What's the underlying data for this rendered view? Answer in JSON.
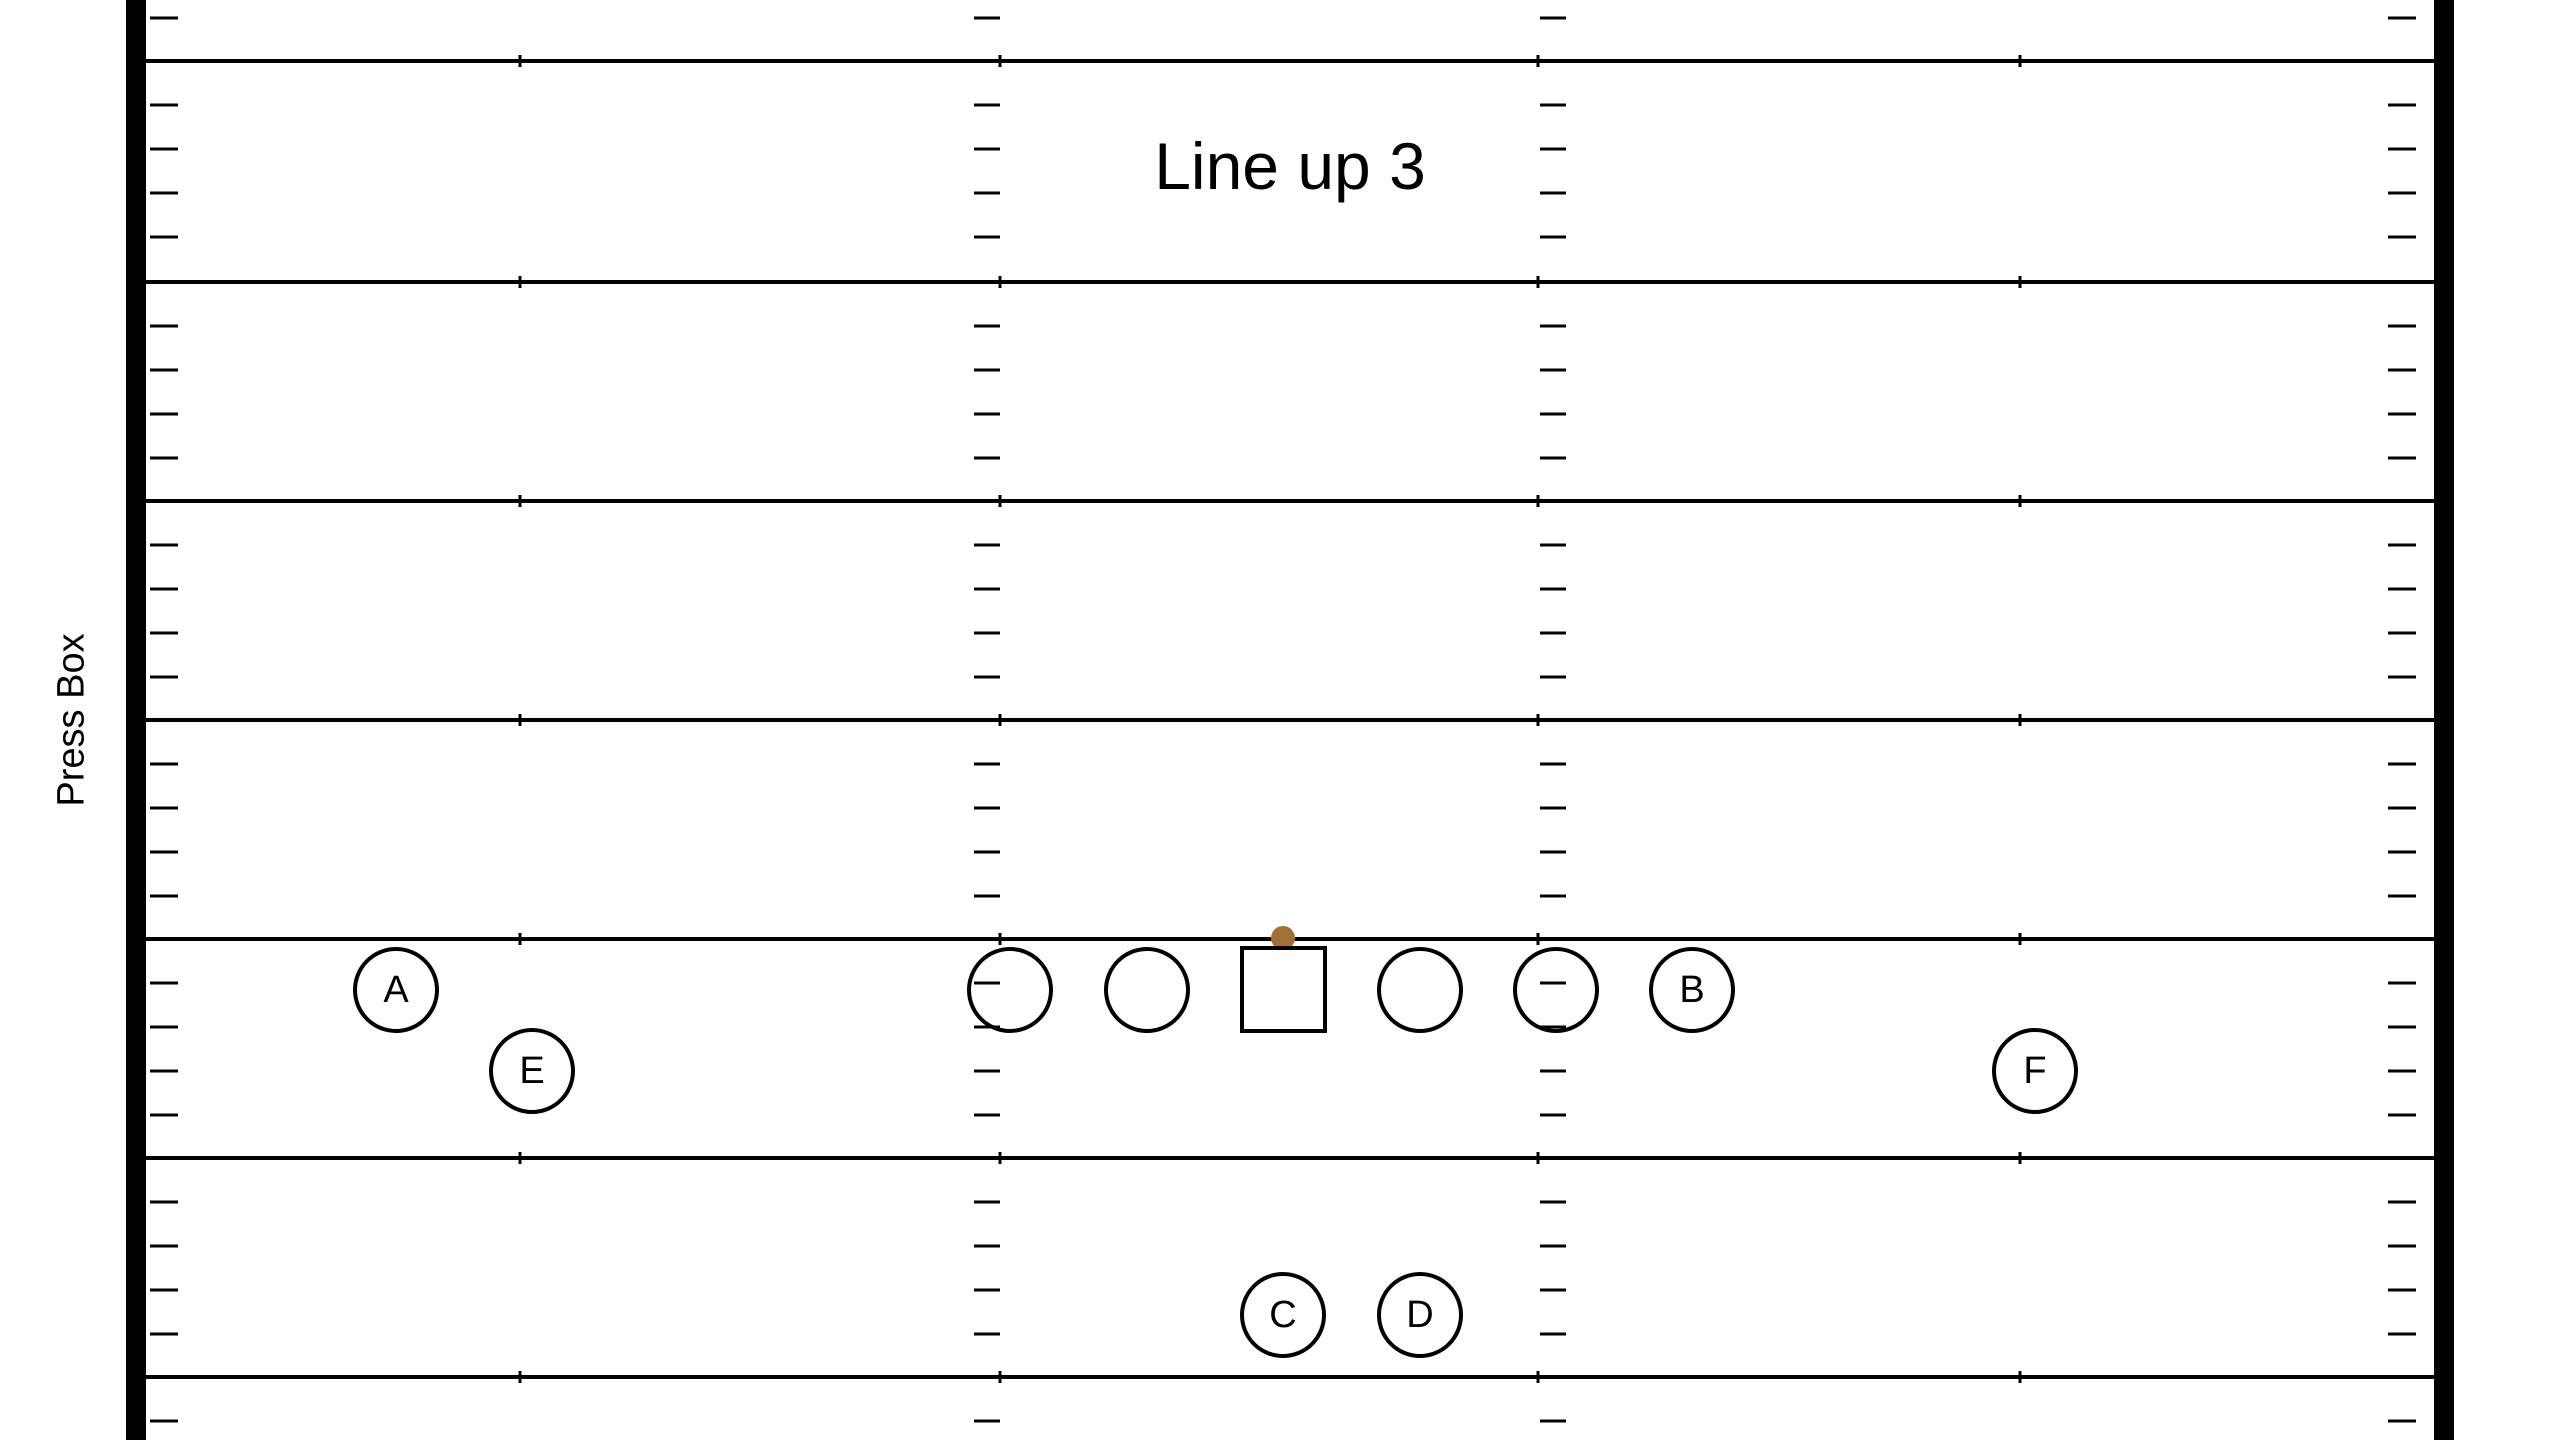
{
  "diagram": {
    "title": "Line up 3",
    "side_label": "Press Box"
  },
  "players": [
    {
      "id": "A",
      "label": "A"
    },
    {
      "id": "E",
      "label": "E"
    },
    {
      "id": "lt",
      "label": ""
    },
    {
      "id": "lg",
      "label": ""
    },
    {
      "id": "center",
      "label": ""
    },
    {
      "id": "rg",
      "label": ""
    },
    {
      "id": "rt",
      "label": ""
    },
    {
      "id": "B",
      "label": "B"
    },
    {
      "id": "F",
      "label": "F"
    },
    {
      "id": "C",
      "label": "C"
    },
    {
      "id": "D",
      "label": "D"
    }
  ],
  "colors": {
    "lines": "#000000",
    "ball": "#a0703a"
  }
}
